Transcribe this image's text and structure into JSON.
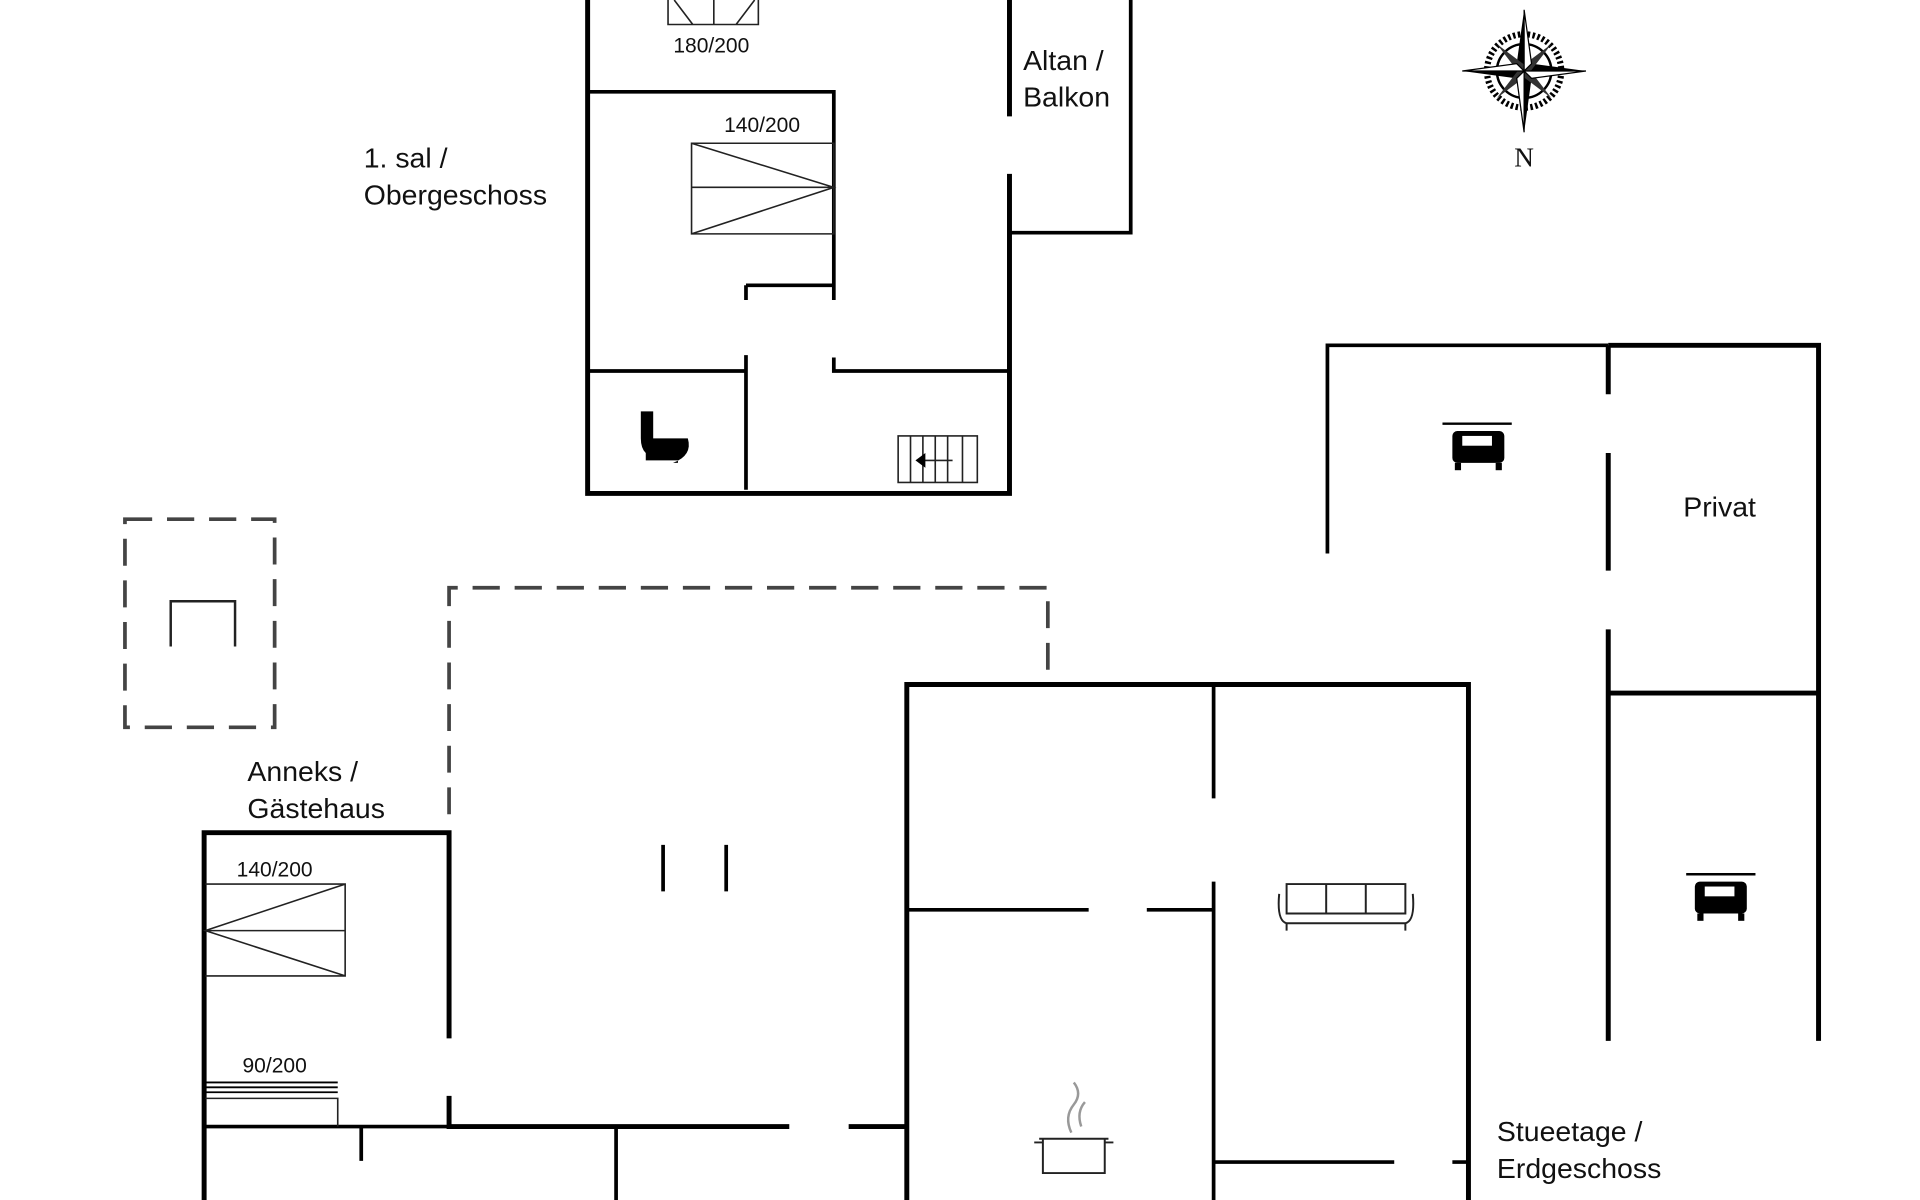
{
  "floors": {
    "upper_line1": "1. sal /",
    "upper_line2": "Obergeschoss",
    "annex_line1": "Anneks /",
    "annex_line2": "Gästehaus",
    "ground_line1": "Stueetage /",
    "ground_line2": "Erdgeschoss"
  },
  "rooms": {
    "balcony_line1": "Altan /",
    "balcony_line2": "Balkon",
    "private": "Privat"
  },
  "beds": {
    "upper_top": "180/200",
    "upper_mid": "140/200",
    "annex_double": "140/200",
    "annex_single": "90/200"
  },
  "compass": {
    "north_label": "N"
  }
}
